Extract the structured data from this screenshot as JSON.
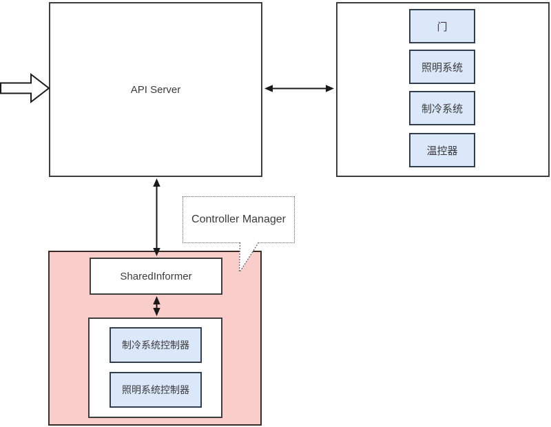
{
  "diagram": {
    "api_server": {
      "label": "API Server"
    },
    "devices_panel": {
      "items": [
        {
          "label": "门"
        },
        {
          "label": "照明系统"
        },
        {
          "label": "制冷系统"
        },
        {
          "label": "温控器"
        }
      ]
    },
    "controller_manager": {
      "callout_label": "Controller Manager",
      "shared_informer": {
        "label": "SharedInformer"
      },
      "controllers": [
        {
          "label": "制冷系统控制器"
        },
        {
          "label": "照明系统控制器"
        }
      ]
    },
    "colors": {
      "device_fill": "#dbe8fa",
      "device_border": "#313d4d",
      "manager_fill": "#f8cdca",
      "manager_border": "#3a2b25",
      "box_border": "#3d3d3d",
      "arrow": "#1a1a1a",
      "text": "#3a3a3a"
    }
  }
}
